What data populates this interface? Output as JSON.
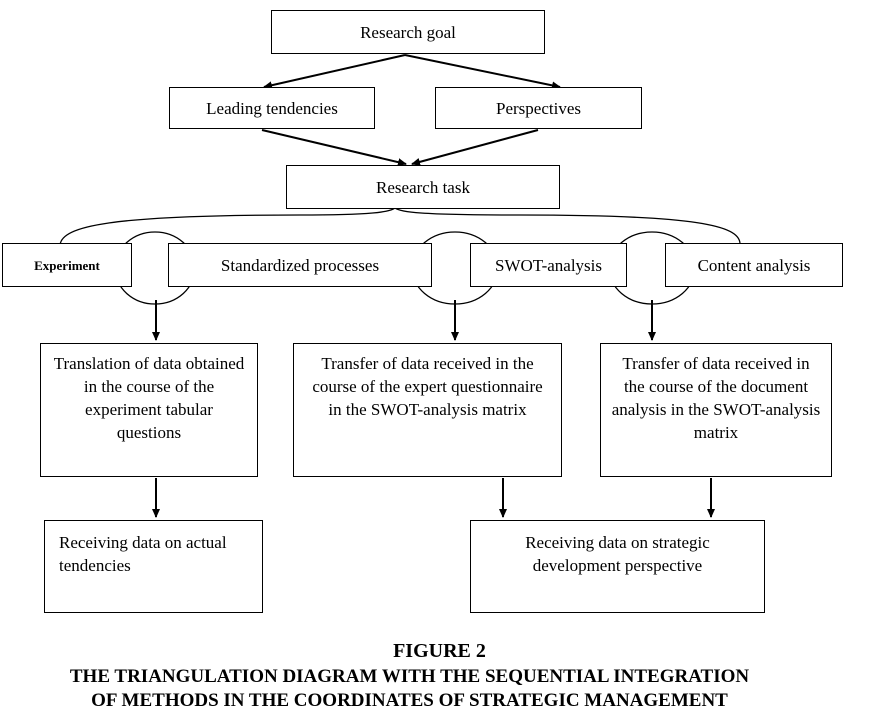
{
  "diagram": {
    "research_goal": "Research goal",
    "leading_tendencies": "Leading tendencies",
    "perspectives": "Perspectives",
    "research_task": "Research task",
    "methods": {
      "experiment": "Experiment",
      "standardized_processes": "Standardized processes",
      "swot_analysis": "SWOT-analysis",
      "content_analysis": "Content analysis"
    },
    "steps": {
      "translation": "Translation of data obtained in the course of the experiment tabular questions",
      "transfer_expert": "Transfer of data received in the course of the expert questionnaire in the SWOT-analysis matrix",
      "transfer_document": "Transfer of data received in the course of the document analysis in the SWOT-analysis matrix"
    },
    "results": {
      "actual_tendencies": "Receiving data on actual tendencies",
      "strategic_perspective": "Receiving data on strategic development perspective"
    }
  },
  "caption": {
    "figure_number": "FIGURE 2",
    "title_line1": "THE TRIANGULATION DIAGRAM WITH THE SEQUENTIAL INTEGRATION",
    "title_line2": "OF METHODS IN THE COORDINATES OF STRATEGIC MANAGEMENT"
  }
}
